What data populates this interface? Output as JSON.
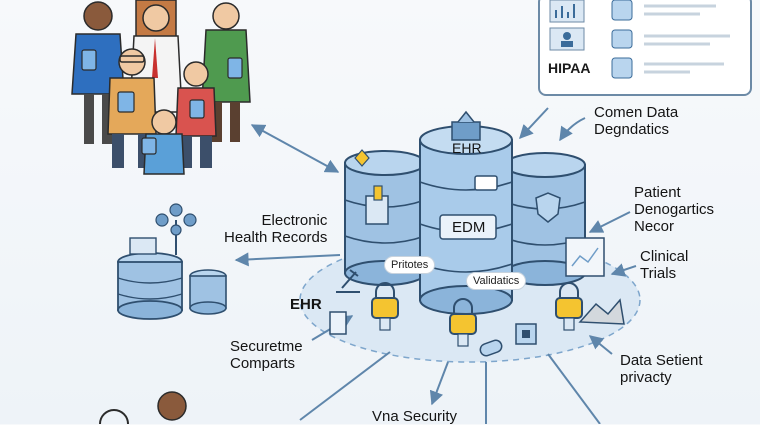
{
  "compliance_panel": {
    "label": "HIPAA"
  },
  "labels": {
    "ehr_top": "EHR",
    "edm": "EDM",
    "ehr_left": "EHR",
    "common_data": "Comen Data\nDegndatics",
    "electronic_health_records": "Electronic\nHealth Records",
    "patient_demographics": "Patient\nDenogartics\nNecor",
    "clinical_trials": "Clinical\nTrials",
    "secure_compartments": "Securetme\nComparts",
    "data_patient_privacy": "Data Setient\nprivacty",
    "vna_security": "Vna Security",
    "pill_priorities": "Pritotes",
    "pill_validatics": "Validatics"
  },
  "colors": {
    "db_fill": "#9fc2e3",
    "db_dark": "#6f9dc8",
    "db_stroke": "#2f4f6f",
    "lock_yellow": "#f4c430",
    "arrow": "#5f86ab",
    "platform": "#dbe8f4"
  }
}
